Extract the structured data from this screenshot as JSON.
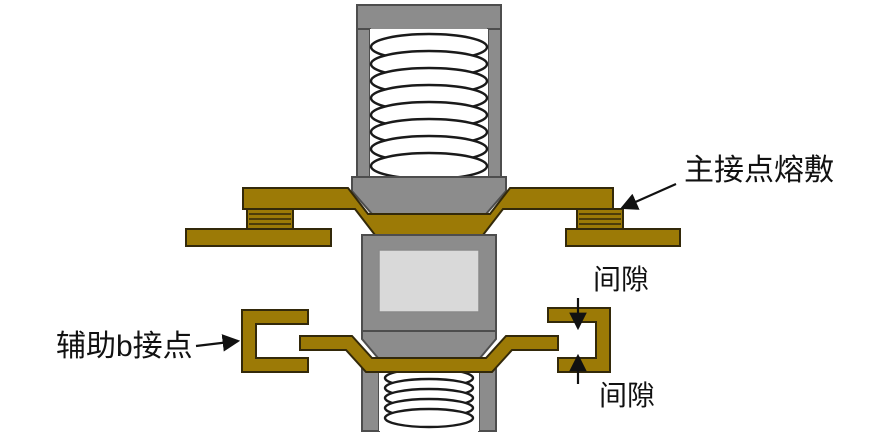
{
  "labels": {
    "main_contact_weld": "主接点熔敷",
    "aux_b_contact": "辅助b接点",
    "gap_top": "间隙",
    "gap_bottom": "间隙"
  },
  "colors": {
    "contact_gold": "#9C7A06",
    "metal_gray": "#8C8C8C",
    "inner_gray": "#D9D9D9",
    "outline_dark": "#33290A",
    "spring_stroke": "#1A1A1A",
    "label_black": "#111111",
    "background": "#FFFFFF"
  }
}
